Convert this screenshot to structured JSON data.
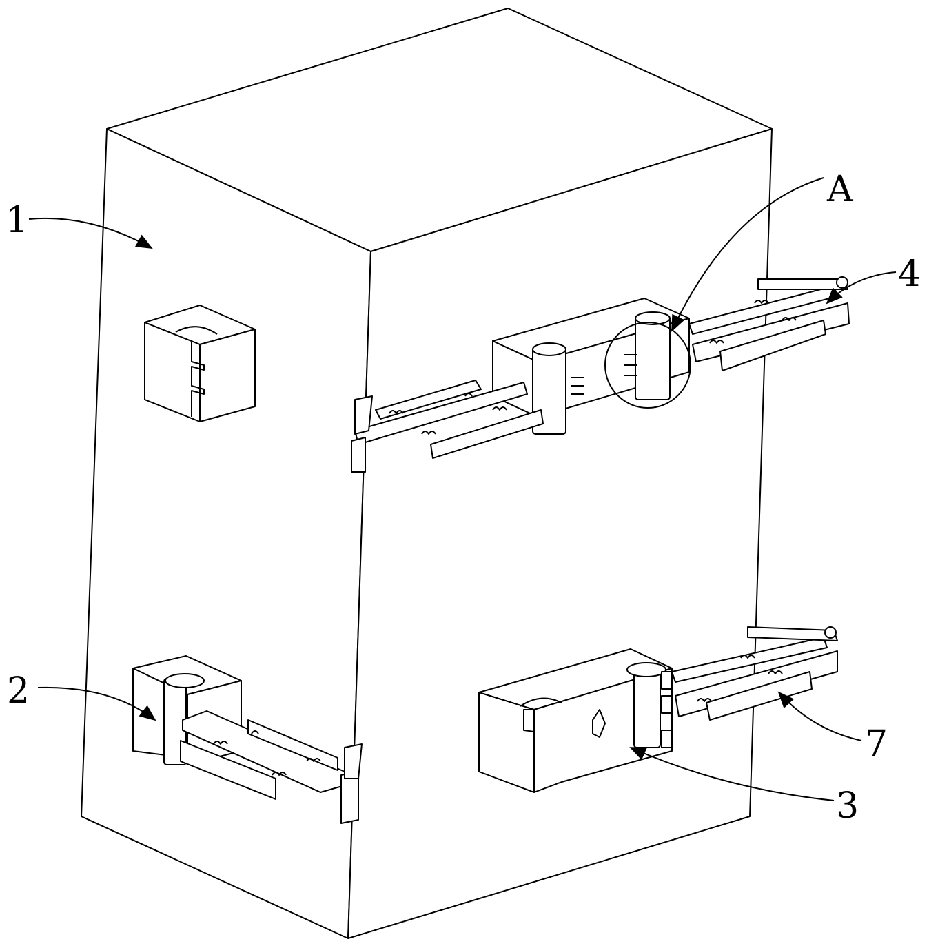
{
  "figure": {
    "labels": [
      {
        "id": "label-1",
        "text": "1"
      },
      {
        "id": "label-2",
        "text": "2"
      },
      {
        "id": "label-3",
        "text": "3"
      },
      {
        "id": "label-4",
        "text": "4"
      },
      {
        "id": "label-7",
        "text": "7"
      },
      {
        "id": "label-A",
        "text": "A"
      }
    ]
  }
}
